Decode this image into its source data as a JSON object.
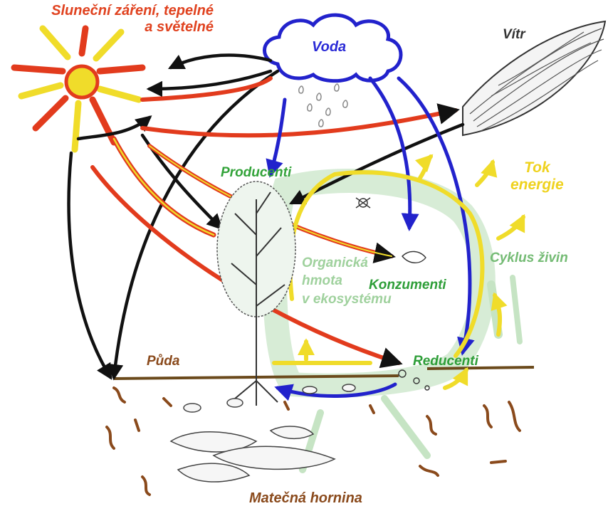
{
  "labels": {
    "sun_line1": "Sluneční záření, tepelné",
    "sun_line2": "a světelné",
    "water": "Voda",
    "wind": "Vítr",
    "producers": "Producenti",
    "energy_flow_line1": "Tok",
    "energy_flow_line2": "energie",
    "organic_matter_line1": "Organická",
    "organic_matter_line2": "hmota",
    "organic_matter_line3": "v ekosystému",
    "consumers": "Konzumenti",
    "nutrient_cycle": "Cyklus živin",
    "soil": "Půda",
    "decomposers": "Reducenti",
    "bedrock": "Matečná hornina"
  },
  "colors": {
    "sun_label": "#e0421f",
    "sun_label_yellow": "#e8d21a",
    "water_label": "#2a2ad6",
    "wind_label": "#333333",
    "producers_label": "#33a33a",
    "energy_label": "#efd21e",
    "organic_label": "#9fd19d",
    "consumers_label": "#2e9e38",
    "nutrients_label": "#74bb74",
    "soil_label": "#8a4a1c",
    "decomposers_label": "#2e9e38",
    "bedrock_label": "#8a4a1c",
    "arrow_black": "#111111",
    "arrow_red": "#e23b1d",
    "arrow_yellow": "#f0dc2a",
    "arrow_blue": "#2222cc",
    "nutrient_green": "#bfe0bf"
  },
  "icons": [
    "sun-icon",
    "cloud-icon",
    "wind-icon",
    "tree-icon",
    "rock-icon"
  ]
}
